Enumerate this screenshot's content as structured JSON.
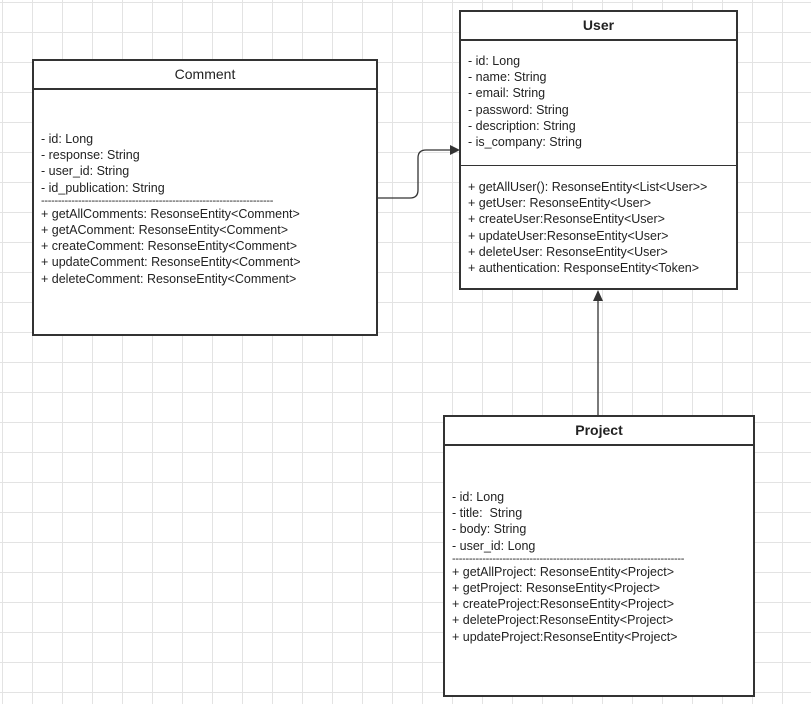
{
  "diagram": {
    "classes": {
      "comment": {
        "name": "Comment",
        "attributes": [
          "- id: Long",
          "- response: String",
          "- user_id: String",
          "- id_publication: String"
        ],
        "separator": "---------------------------------------------------------------------",
        "methods": [
          "+ getAllComments: ResonseEntity<Comment>",
          "+ getAComment: ResonseEntity<Comment>",
          "+ createComment: ResonseEntity<Comment>",
          "+ updateComment: ResonseEntity<Comment>",
          "+ deleteComment: ResonseEntity<Comment>"
        ]
      },
      "user": {
        "name": "User",
        "attributes": [
          "- id: Long",
          "- name: String",
          "- email: String",
          "- password: String",
          "- description: String",
          "- is_company: String"
        ],
        "methods": [
          "+ getAllUser(): ResonseEntity<List<User>>",
          "+ getUser: ResonseEntity<User>",
          "+ createUser:ResonseEntity<User>",
          "+ updateUser:ResonseEntity<User>",
          "+ deleteUser: ResonseEntity<User>",
          "+ authentication: ResponseEntity<Token>"
        ]
      },
      "project": {
        "name": "Project",
        "attributes": [
          "- id: Long",
          "- title:  String",
          "- body: String",
          "- user_id: Long"
        ],
        "separator": "---------------------------------------------------------------------",
        "methods": [
          "+ getAllProject: ResonseEntity<Project>",
          "+ getProject: ResonseEntity<Project>",
          "+ createProject:ResonseEntity<Project>",
          "+ deleteProject:ResonseEntity<Project>",
          "+ updateProject:ResonseEntity<Project>"
        ]
      }
    },
    "relations": [
      {
        "from": "Comment",
        "to": "User",
        "arrow": "filled"
      },
      {
        "from": "Project",
        "to": "User",
        "arrow": "filled"
      }
    ]
  }
}
